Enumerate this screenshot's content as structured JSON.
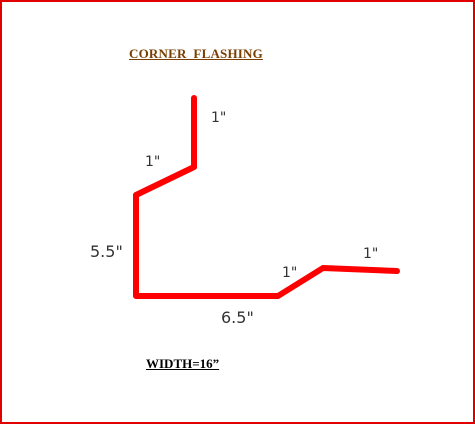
{
  "title": "CORNER  FLASHING",
  "width_label": "WIDTH=16”",
  "line_color": "#ff0000",
  "dimensions": {
    "top_flange": "1\"",
    "top_bend": "1\"",
    "vertical": "5.5\"",
    "bottom": "6.5\"",
    "bottom_bend": "1\"",
    "bottom_flange": "1\""
  }
}
